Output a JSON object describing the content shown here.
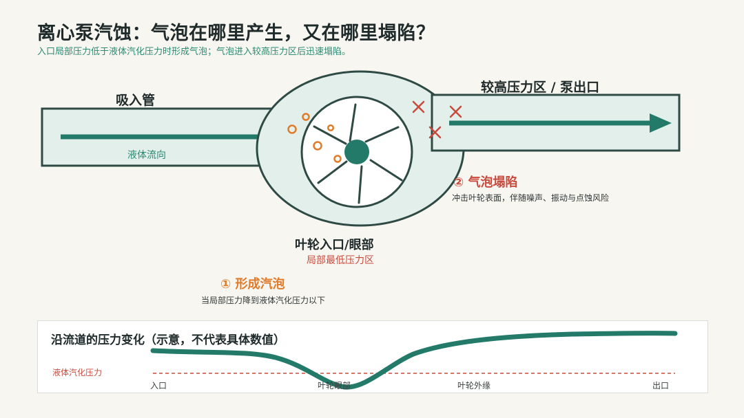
{
  "header": {
    "title": "离心泵汽蚀：气泡在哪里产生，又在哪里塌陷？",
    "subtitle": "入口局部压力低于液体汽化压力时形成气泡；气泡进入较高压力区后迅速塌陷。"
  },
  "diagram": {
    "inlet_label": "吸入管",
    "flow_label": "液体流向",
    "outlet_label": "较高压力区 / 泵出口",
    "eye_label": "叶轮入口/眼部",
    "eye_sublabel": "局部最低压力区",
    "step1_title": "① 形成汽泡",
    "step1_desc": "当局部压力降到液体汽化压力以下",
    "step2_title": "② 气泡塌陷",
    "step2_desc": "冲击叶轮表面，伴随噪声、振动与点蚀风险"
  },
  "pressure_panel": {
    "title": "沿流道的压力变化（示意，不代表具体数值）",
    "vapor_line_label": "液体汽化压力",
    "positions": [
      "入口",
      "叶轮眼部",
      "叶轮外缘",
      "出口"
    ]
  },
  "colors": {
    "teal": "#237a68",
    "light_fill": "#e2efeb",
    "orange": "#e07b2a",
    "red": "#c84a3c"
  }
}
